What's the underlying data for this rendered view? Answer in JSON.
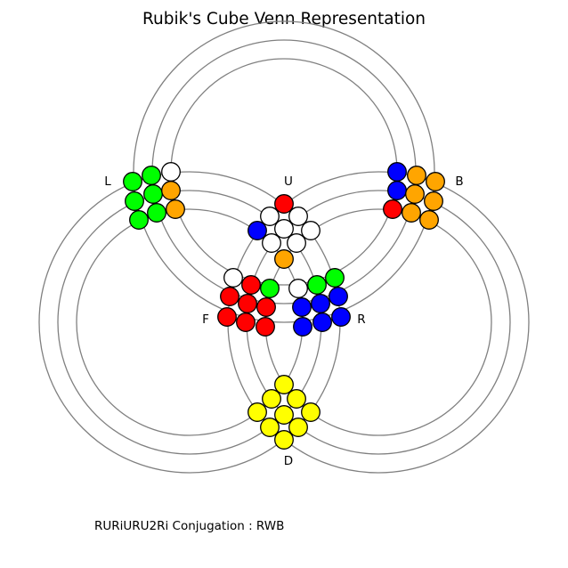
{
  "title": "Rubik's Cube Venn Representation",
  "caption": "RURiURU2Ri Conjugation : RWB",
  "colors": {
    "ring": "#808080",
    "white": "#ffffff",
    "red": "#ff0000",
    "blue": "#0000ff",
    "green": "#00ff00",
    "orange": "#ffa500",
    "yellow": "#ffff00"
  },
  "face_labels": [
    "U",
    "L",
    "B",
    "F",
    "R",
    "D"
  ],
  "stickers": {
    "U": [
      "red",
      "white",
      "white",
      "blue",
      "white",
      "white",
      "white",
      "white",
      "orange"
    ],
    "L": [
      "green",
      "green",
      "white",
      "green",
      "green",
      "orange",
      "green",
      "green",
      "orange"
    ],
    "B": [
      "blue",
      "orange",
      "orange",
      "blue",
      "orange",
      "orange",
      "red",
      "orange",
      "orange"
    ],
    "F": [
      "white",
      "red",
      "green",
      "red",
      "red",
      "red",
      "red",
      "red",
      "red"
    ],
    "R": [
      "white",
      "green",
      "green",
      "blue",
      "blue",
      "blue",
      "blue",
      "blue",
      "blue"
    ],
    "D": [
      "yellow",
      "yellow",
      "yellow",
      "yellow",
      "yellow",
      "yellow",
      "yellow",
      "yellow",
      "yellow"
    ]
  }
}
